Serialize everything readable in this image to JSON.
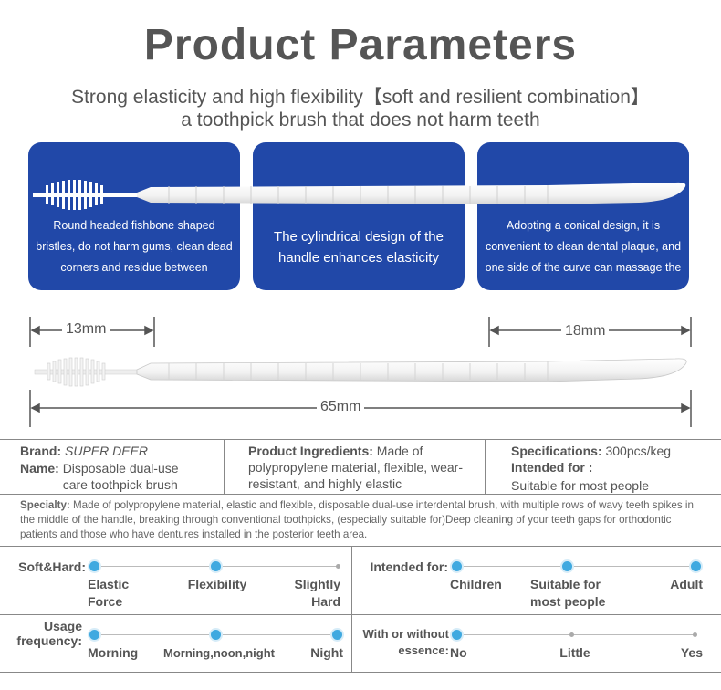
{
  "title": "Product Parameters",
  "subtitle_line1": "Strong elasticity and high flexibility【soft and resilient combination】",
  "subtitle_line2": "a toothpick brush that does not harm teeth",
  "cards": [
    {
      "text": "Round headed fishbone shaped bristles, do not harm gums, clean dead corners and residue between"
    },
    {
      "text": "The cylindrical design of the handle enhances elasticity"
    },
    {
      "text": "Adopting a conical design, it is convenient to clean dental plaque, and one side of the curve can massage the"
    }
  ],
  "dimensions": {
    "head": "13mm",
    "tip": "18mm",
    "total": "65mm"
  },
  "brand": {
    "label": "Brand:",
    "value": "SUPER DEER"
  },
  "name": {
    "label": "Name:",
    "value": "Disposable dual-use care toothpick brush"
  },
  "ingredients": {
    "label": "Product Ingredients:",
    "value": "Made of polypropylene material, flexible, wear-resistant, and highly elastic"
  },
  "specifications": {
    "label": "Specifications:",
    "value": "300pcs/keg"
  },
  "intended": {
    "label": "Intended for :",
    "value": "Suitable for most people"
  },
  "specialty": {
    "label": "Specialty:",
    "value": "Made of polypropylene material, elastic and flexible, disposable dual-use interdental brush, with multiple rows of wavy teeth spikes in the middle of the handle, breaking through conventional toothpicks, (especially suitable for)Deep cleaning of your teeth gaps for orthodontic patients and those who have dentures installed in the posterior teeth area."
  },
  "scales": {
    "soft_hard": {
      "label": "Soft&Hard:",
      "options": [
        "Elastic Force",
        "Flexibility",
        "Slightly Hard"
      ]
    },
    "intended_for": {
      "label": "Intended for:",
      "options": [
        "Children",
        "Suitable for most people",
        "Adult"
      ]
    },
    "usage": {
      "label_line1": "Usage",
      "label_line2": "frequency:",
      "options": [
        "Morning",
        "Morning,noon,night",
        "Night"
      ]
    },
    "essence": {
      "label_line1": "With or without",
      "label_line2": "essence:",
      "options": [
        "No",
        "Little",
        "Yes"
      ]
    }
  },
  "colors": {
    "card_blue": "#2148a8",
    "dot_blue": "#3fa9e0",
    "text_gray": "#555555"
  }
}
